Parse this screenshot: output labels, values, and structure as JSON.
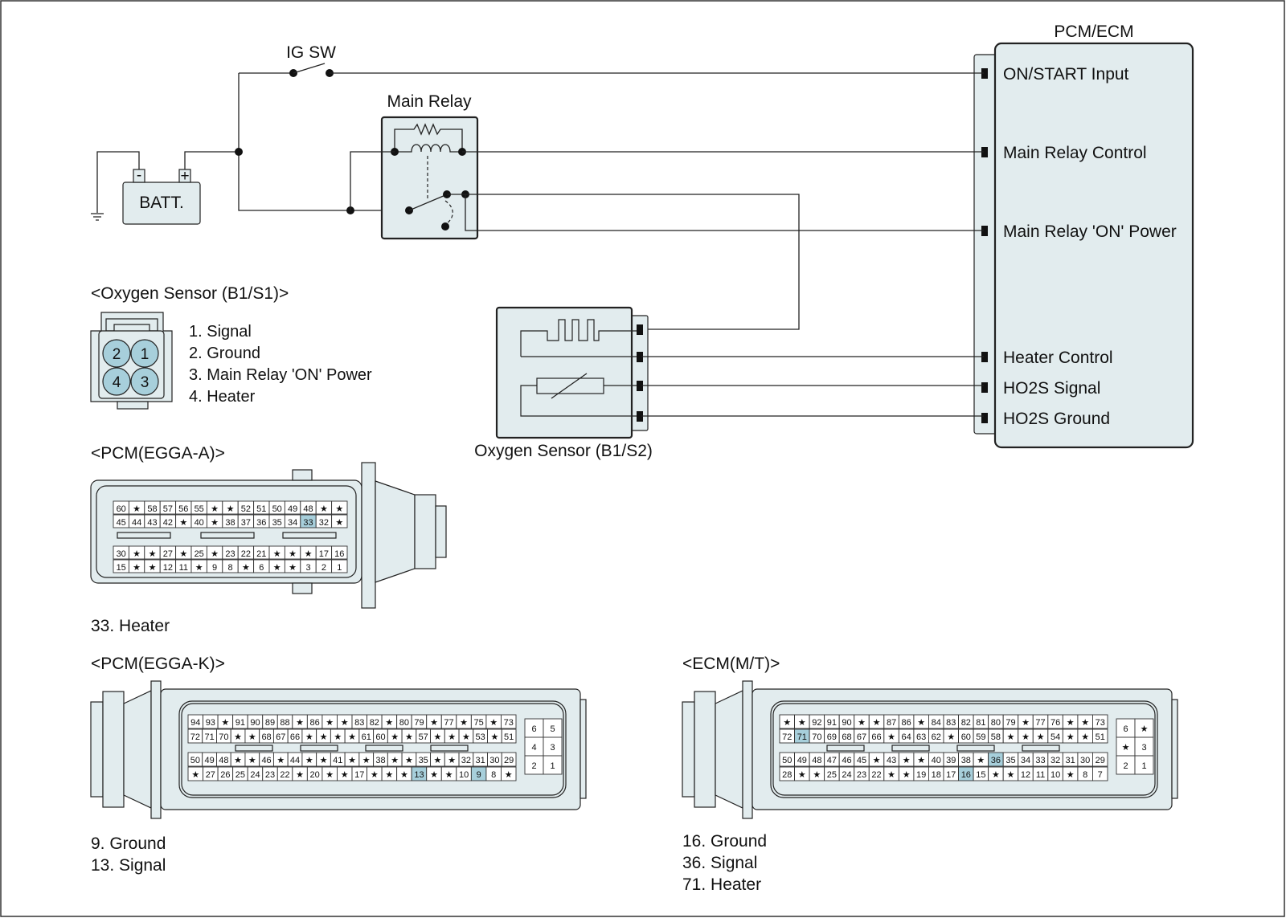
{
  "labels": {
    "pcm_ecm": "PCM/ECM",
    "ig_sw": "IG SW",
    "main_relay": "Main Relay",
    "batt": "BATT.",
    "batt_minus": "-",
    "batt_plus": "+",
    "o2_b1s2": "Oxygen Sensor (B1/S2)"
  },
  "pcm_terminals": [
    "ON/START Input",
    "Main Relay Control",
    "Main Relay 'ON' Power",
    "Heater Control",
    "HO2S  Signal",
    "HO2S  Ground"
  ],
  "o2_b1s1": {
    "title": "<Oxygen Sensor (B1/S1)>",
    "pins": [
      "2",
      "1",
      "4",
      "3"
    ],
    "legend": [
      "1. Signal",
      "2. Ground",
      "3. Main Relay 'ON' Power",
      "4. Heater"
    ]
  },
  "egga_a": {
    "title": "<PCM(EGGA-A)>",
    "rows": [
      [
        "60",
        "★",
        "58",
        "57",
        "56",
        "55",
        "★",
        "★",
        "52",
        "51",
        "50",
        "49",
        "48",
        "★",
        "★"
      ],
      [
        "45",
        "44",
        "43",
        "42",
        "★",
        "40",
        "★",
        "38",
        "37",
        "36",
        "35",
        "34",
        "33",
        "32",
        "★"
      ],
      [
        "30",
        "★",
        "★",
        "27",
        "★",
        "25",
        "★",
        "23",
        "22",
        "21",
        "★",
        "★",
        "★",
        "17",
        "16"
      ],
      [
        "15",
        "★",
        "★",
        "12",
        "11",
        "★",
        "9",
        "8",
        "★",
        "6",
        "★",
        "★",
        "3",
        "2",
        "1"
      ]
    ],
    "highlight": [
      "33"
    ],
    "legend": [
      "33. Heater"
    ]
  },
  "egga_k": {
    "title": "<PCM(EGGA-K)>",
    "rows": [
      [
        "94",
        "93",
        "★",
        "91",
        "90",
        "89",
        "88",
        "★",
        "86",
        "★",
        "★",
        "83",
        "82",
        "★",
        "80",
        "79",
        "★",
        "77",
        "★",
        "75",
        "★",
        "73"
      ],
      [
        "72",
        "71",
        "70",
        "★",
        "★",
        "68",
        "67",
        "66",
        "★",
        "★",
        "★",
        "★",
        "61",
        "60",
        "★",
        "★",
        "57",
        "★",
        "★",
        "★",
        "53",
        "★",
        "51"
      ],
      [
        "50",
        "49",
        "48",
        "★",
        "★",
        "46",
        "★",
        "44",
        "★",
        "★",
        "41",
        "★",
        "★",
        "38",
        "★",
        "★",
        "35",
        "★",
        "★",
        "32",
        "31",
        "30",
        "29"
      ],
      [
        "★",
        "27",
        "26",
        "25",
        "24",
        "23",
        "22",
        "★",
        "20",
        "★",
        "★",
        "17",
        "★",
        "★",
        "★",
        "13",
        "★",
        "★",
        "10",
        "9",
        "8",
        "★"
      ]
    ],
    "side": [
      "6",
      "5",
      "4",
      "3",
      "2",
      "1"
    ],
    "highlight": [
      "13",
      "9"
    ],
    "legend": [
      "9. Ground",
      "13. Signal"
    ]
  },
  "ecm_mt": {
    "title": "<ECM(M/T)>",
    "rows": [
      [
        "★",
        "★",
        "92",
        "91",
        "90",
        "★",
        "★",
        "87",
        "86",
        "★",
        "84",
        "83",
        "82",
        "81",
        "80",
        "79",
        "★",
        "77",
        "76",
        "★",
        "★",
        "73"
      ],
      [
        "72",
        "71",
        "70",
        "69",
        "68",
        "67",
        "66",
        "★",
        "64",
        "63",
        "62",
        "★",
        "60",
        "59",
        "58",
        "★",
        "★",
        "★",
        "54",
        "★",
        "★",
        "51"
      ],
      [
        "50",
        "49",
        "48",
        "47",
        "46",
        "45",
        "★",
        "43",
        "★",
        "★",
        "40",
        "39",
        "38",
        "★",
        "36",
        "35",
        "34",
        "33",
        "32",
        "31",
        "30",
        "29"
      ],
      [
        "28",
        "★",
        "★",
        "25",
        "24",
        "23",
        "22",
        "★",
        "★",
        "19",
        "18",
        "17",
        "16",
        "15",
        "★",
        "★",
        "12",
        "11",
        "10",
        "★",
        "8",
        "7"
      ]
    ],
    "side": [
      "6",
      "★",
      "★",
      "3",
      "2",
      "1"
    ],
    "highlight": [
      "71",
      "36",
      "16"
    ],
    "legend": [
      "16. Ground",
      "36. Signal",
      "71. Heater"
    ]
  },
  "colors": {
    "panel": "#e2ecee",
    "highlight": "#a7cfdb",
    "ink": "#222222"
  }
}
